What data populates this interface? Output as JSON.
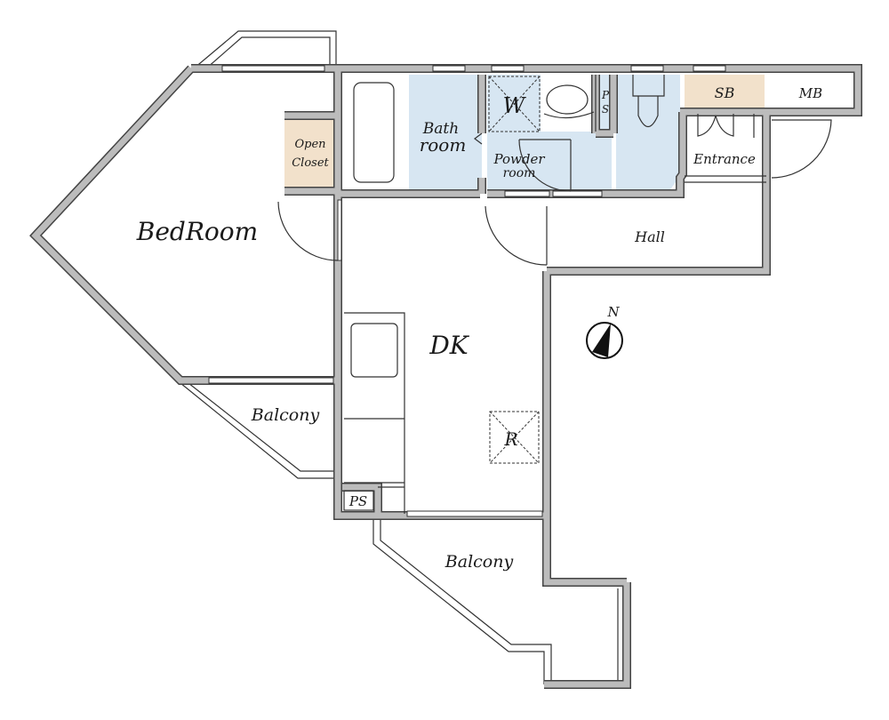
{
  "title": "Floor plan",
  "colors": {
    "wall": "#bcbcbc",
    "wet_area": "#d7e6f2",
    "storage": "#f2e1cb",
    "line": "#333333"
  },
  "rooms": {
    "bedroom": "BedRoom",
    "open_closet_1": "Open",
    "open_closet_2": "Closet",
    "bath_1": "Bath",
    "bath_2": "room",
    "washer": "W",
    "powder_1": "Powder",
    "powder_2": "room",
    "ps_top_1": "P",
    "ps_top_2": "S",
    "sb": "SB",
    "mb": "MB",
    "entrance": "Entrance",
    "hall": "Hall",
    "dk": "DK",
    "fridge": "R",
    "balcony_left": "Balcony",
    "balcony_bottom": "Balcony",
    "ps_bottom": "PS"
  },
  "compass": {
    "label": "N",
    "icon": "north-arrow-icon"
  }
}
